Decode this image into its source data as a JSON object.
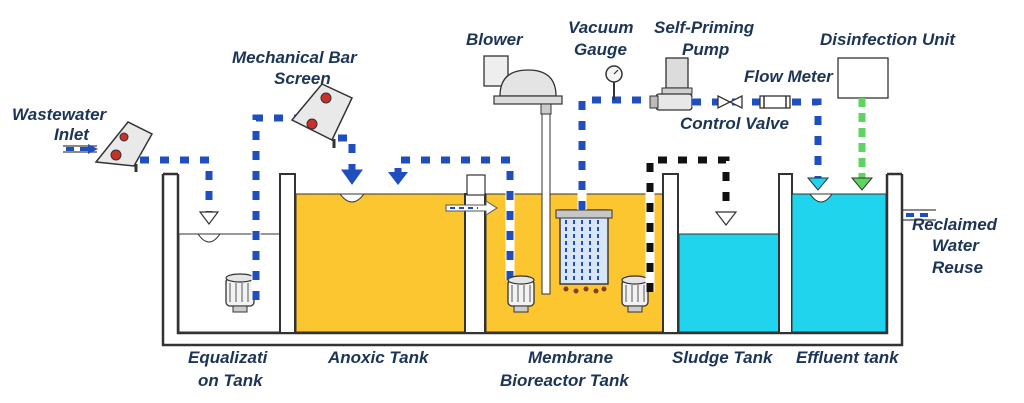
{
  "diagram": {
    "title": "Membrane Bioreactor Wastewater Treatment Process",
    "colors": {
      "anoxic_liquid": "#fbc62f",
      "mbr_liquid": "#fbc62f",
      "clear_water": "#1fd4ec",
      "pipe_blue": "#1f4fbf",
      "pipe_black": "#111111",
      "disinfect_pipe": "#5fd35f",
      "label_text": "#1c3557"
    },
    "labels": {
      "wastewater_inlet": [
        "Wastewater",
        "Inlet"
      ],
      "bar_screen": [
        "Mechanical Bar",
        "Screen"
      ],
      "blower": "Blower",
      "vacuum_gauge": [
        "Vacuum",
        "Gauge"
      ],
      "self_priming_pump": [
        "Self-Priming",
        "Pump"
      ],
      "disinfection_unit": "Disinfection Unit",
      "flow_meter": "Flow Meter",
      "control_valve": "Control Valve",
      "reclaimed_water": [
        "Reclaimed",
        "Water",
        "Reuse"
      ],
      "equalization_tank": [
        "Equalizati",
        "on Tank"
      ],
      "anoxic_tank": "Anoxic Tank",
      "membrane_bioreactor_tank": [
        "Membrane",
        "Bioreactor Tank"
      ],
      "sludge_tank": "Sludge Tank",
      "effluent_tank": "Effluent tank"
    }
  }
}
